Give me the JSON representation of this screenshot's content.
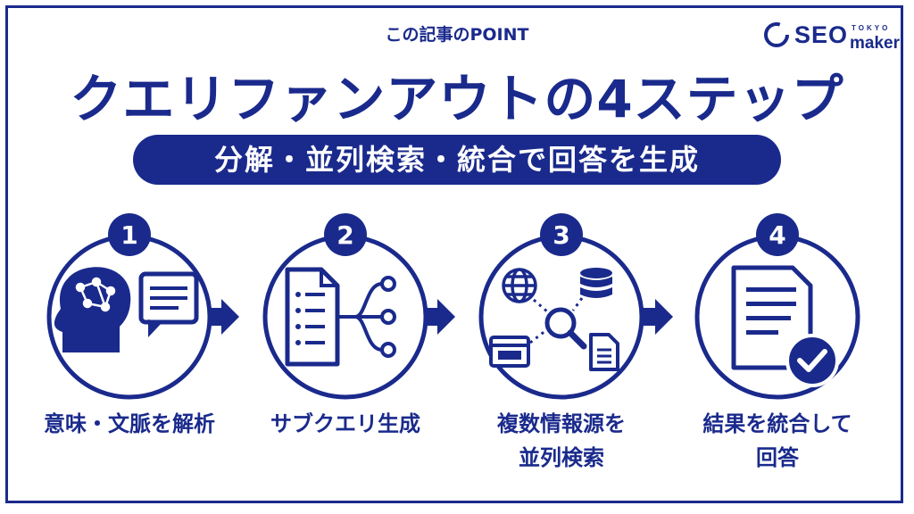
{
  "header": {
    "kicker": "この記事のPOINT",
    "title": "クエリファンアウトの4ステップ",
    "subtitle": "分解・並列検索・統合で回答を生成"
  },
  "logo": {
    "main": "SEO",
    "top": "TOKYO",
    "bottom": "maker"
  },
  "colors": {
    "primary": "#1a2a8c",
    "background": "#ffffff"
  },
  "steps": [
    {
      "number": "1",
      "icon": "head-brain-chat-icon",
      "label": "意味・文脈を解析"
    },
    {
      "number": "2",
      "icon": "document-branch-icon",
      "label": "サブクエリ生成"
    },
    {
      "number": "3",
      "icon": "search-sources-icon",
      "label": "複数情報源を\n並列検索"
    },
    {
      "number": "4",
      "icon": "document-check-icon",
      "label": "結果を統合して\n回答"
    }
  ]
}
